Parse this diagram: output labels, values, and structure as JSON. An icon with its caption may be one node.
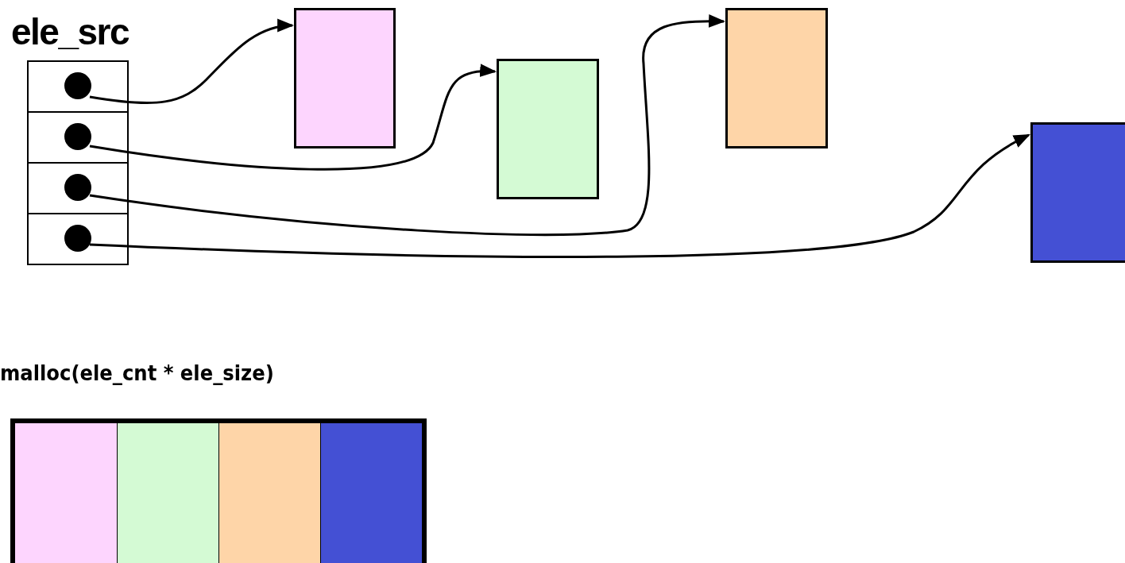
{
  "diagram": {
    "nodes": [
      {
        "text": [
          "ele_src"
        ]
      },
      {
        "text": [],
        "shape": "box",
        "in": 0
      },
      {
        "text": [],
        "shape": "circle",
        "in": 1
      },
      {
        "text": [],
        "shape": "box",
        "in": 0
      },
      {
        "text": [],
        "shape": "circle",
        "in": 3
      },
      {
        "text": [],
        "shape": "box",
        "in": 0
      },
      {
        "text": [],
        "shape": "circle",
        "in": 5
      },
      {
        "text": [],
        "shape": "box",
        "in": 0
      },
      {
        "text": [],
        "shape": "circle",
        "in": 7
      },
      {
        "text": [],
        "shape": "box"
      },
      {
        "text": [],
        "shape": "box"
      },
      {
        "text": [],
        "shape": "box"
      },
      {
        "text": [],
        "shape": "box"
      },
      {
        "text": [
          "malloc(ele_cnt * ele_size)"
        ]
      },
      {
        "text": [],
        "shape": "box",
        "in": 13
      },
      {
        "text": [],
        "shape": "box",
        "in": 13
      },
      {
        "text": [],
        "shape": "box",
        "in": 13
      },
      {
        "text": [],
        "shape": "box",
        "in": 13
      }
    ],
    "edges": [
      {
        "from": 2,
        "to": 9,
        "arrow": "to"
      },
      {
        "from": 4,
        "to": 10,
        "arrow": "to"
      },
      {
        "from": 6,
        "to": 11,
        "arrow": "to"
      },
      {
        "from": 8,
        "to": 12,
        "arrow": "to"
      }
    ]
  }
}
